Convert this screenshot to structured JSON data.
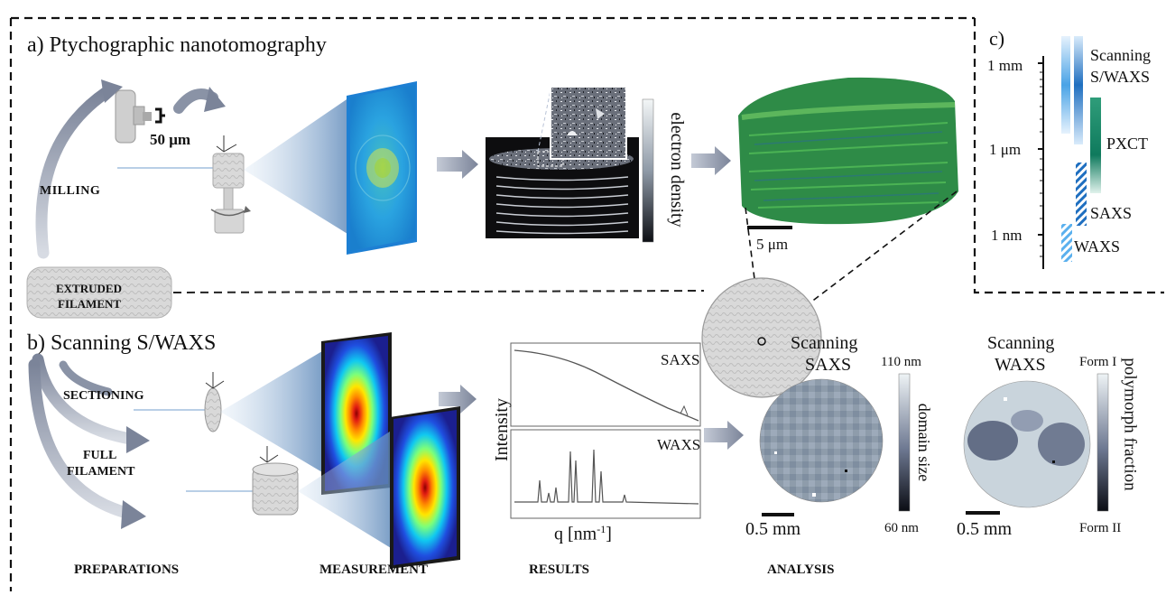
{
  "panels": {
    "a_title": "a) Ptychographic nanotomography",
    "b_title": "b) Scanning S/WAXS",
    "c_title": "c)"
  },
  "preparations": {
    "scale_label": "50 μm",
    "milling_label": "MILLING",
    "filament_line1": "EXTRUDED",
    "filament_line2": "FILAMENT",
    "sectioning_label": "SECTIONING",
    "full_line1": "FULL",
    "full_line2": "FILAMENT"
  },
  "ptycho": {
    "colorbar_label": "electron density",
    "scalebar_label": "5 μm"
  },
  "results": {
    "saxs_label": "SAXS",
    "waxs_label": "WAXS",
    "ylabel": "Intensity",
    "xlabel": "q [nm",
    "xlabel_sup": "-1",
    "xlabel_end": "]"
  },
  "analysis": {
    "saxs_title_1": "Scanning",
    "saxs_title_2": "SAXS",
    "saxs_cbar_top": "110 nm",
    "saxs_cbar_bottom": "60 nm",
    "saxs_cbar_label": "domain size",
    "saxs_scale": "0.5 mm",
    "waxs_title_1": "Scanning",
    "waxs_title_2": "WAXS",
    "waxs_cbar_top": "Form I",
    "waxs_cbar_bottom": "Form II",
    "waxs_cbar_label": "polymorph fraction",
    "waxs_scale": "0.5 mm"
  },
  "scale_panel": {
    "ticks": [
      "1 mm",
      "1 μm",
      "1 nm"
    ],
    "methods": [
      "Scanning",
      "S/WAXS",
      "PXCT",
      "SAXS",
      "WAXS"
    ]
  },
  "footer": [
    "PREPARATIONS",
    "MEASUREMENT",
    "RESULTS",
    "ANALYSIS"
  ],
  "colors": {
    "sws_blue": "#1f6fc0",
    "pxct_green": "#1e8f6e",
    "fiber_green": "#3fae4a",
    "arrow_grey": "#8a93a6"
  }
}
